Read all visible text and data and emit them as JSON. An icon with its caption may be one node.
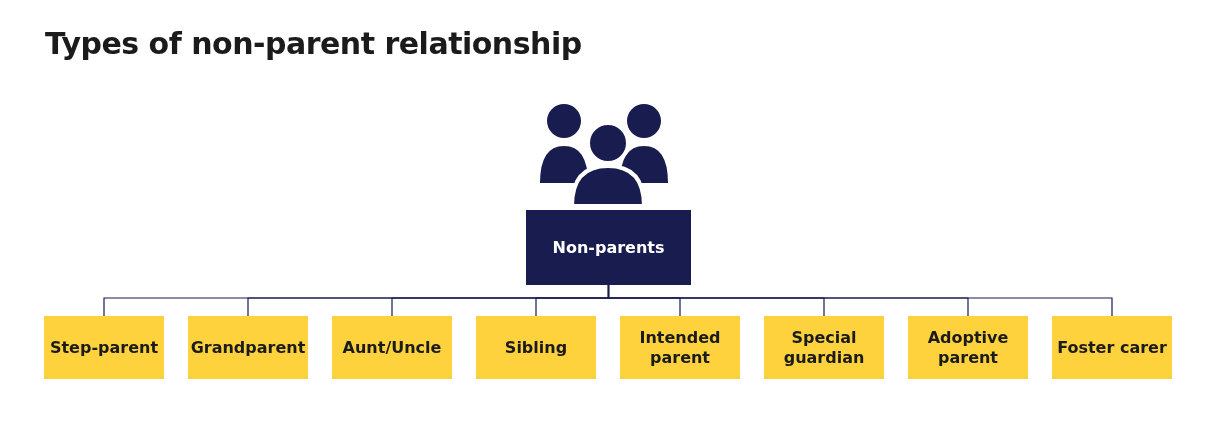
{
  "diagram": {
    "title": "Types of non-parent relationship",
    "nodes": [
      {
        "text": [
          "Non-parents"
        ]
      },
      {
        "text": [
          "Step-parent"
        ]
      },
      {
        "text": [
          "Grandparent"
        ]
      },
      {
        "text": [
          "Aunt/Uncle"
        ]
      },
      {
        "text": [
          "Sibling"
        ]
      },
      {
        "text": [
          "Intended parent"
        ]
      },
      {
        "text": [
          "Special guardian"
        ]
      },
      {
        "text": [
          "Adoptive parent"
        ]
      },
      {
        "text": [
          "Foster carer"
        ]
      }
    ],
    "edges": [
      {
        "from": 0,
        "to": 1,
        "arrow": "none"
      },
      {
        "from": 0,
        "to": 2,
        "arrow": "none"
      },
      {
        "from": 0,
        "to": 3,
        "arrow": "none"
      },
      {
        "from": 0,
        "to": 4,
        "arrow": "none"
      },
      {
        "from": 0,
        "to": 5,
        "arrow": "none"
      },
      {
        "from": 0,
        "to": 6,
        "arrow": "none"
      },
      {
        "from": 0,
        "to": 7,
        "arrow": "none"
      },
      {
        "from": 0,
        "to": 8,
        "arrow": "none"
      }
    ]
  }
}
